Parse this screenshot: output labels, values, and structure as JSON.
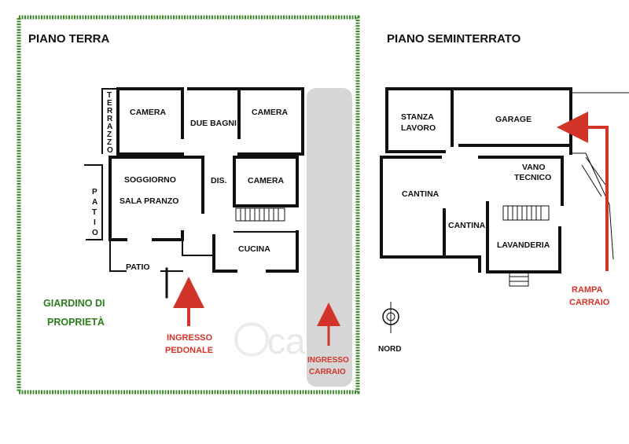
{
  "floors": {
    "ground": {
      "title": "PIANO TERRA",
      "rooms": {
        "camera_left": "CAMERA",
        "due_bagni": "DUE BAGNI",
        "camera_right": "CAMERA",
        "soggiorno": "SOGGIORNO",
        "sala_pranzo": "SALA PRANZO",
        "dis": "DIS.",
        "camera_mid": "CAMERA",
        "cucina": "CUCINA",
        "patio": "PATIO",
        "terrazzo": [
          "T",
          "E",
          "R",
          "R",
          "A",
          "Z",
          "Z",
          "O"
        ],
        "patio_side": [
          "P",
          "A",
          "T",
          "I",
          "O"
        ]
      },
      "garden": [
        "GIARDINO DI",
        "PROPRIETÀ"
      ],
      "entrances": {
        "pedonale": [
          "INGRESSO",
          "PEDONALE"
        ],
        "carraio": [
          "INGRESSO",
          "CARRAIO"
        ]
      }
    },
    "basement": {
      "title": "PIANO SEMINTERRATO",
      "rooms": {
        "stanza_lavoro": [
          "STANZA",
          "LAVORO"
        ],
        "garage": "GARAGE",
        "vano_tecnico": [
          "VANO",
          "TECNICO"
        ],
        "cantina_big": "CANTINA",
        "cantina_small": "CANTINA",
        "lavanderia": "LAVANDERIA"
      },
      "ramp": [
        "RAMPA",
        "CARRAIO"
      ]
    }
  },
  "compass": {
    "label": "NORD"
  },
  "watermark": "casa",
  "colors": {
    "wall": "#111111",
    "garden_border": "#3f8a2b",
    "arrow": "#d4332a",
    "driveway": "#d6d6d6",
    "garden_text": "#2e7d1e"
  }
}
